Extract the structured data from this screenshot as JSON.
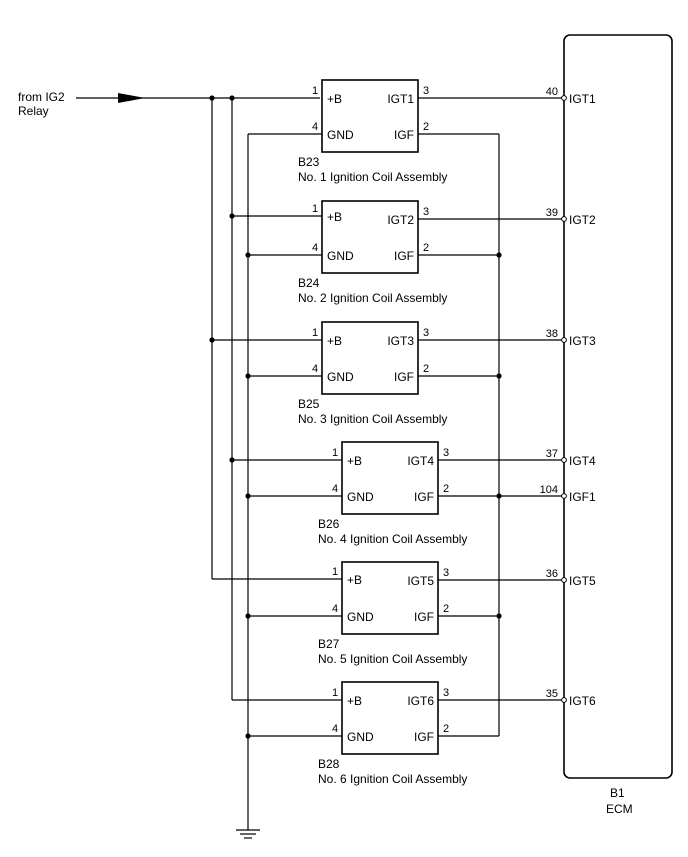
{
  "source": {
    "line1": "from IG2",
    "line2": "Relay"
  },
  "ecm": {
    "code": "B1",
    "name": "ECM",
    "pins": [
      {
        "num": "40",
        "name": "IGT1"
      },
      {
        "num": "39",
        "name": "IGT2"
      },
      {
        "num": "38",
        "name": "IGT3"
      },
      {
        "num": "37",
        "name": "IGT4"
      },
      {
        "num": "104",
        "name": "IGF1"
      },
      {
        "num": "36",
        "name": "IGT5"
      },
      {
        "num": "35",
        "name": "IGT6"
      }
    ]
  },
  "coils": [
    {
      "code": "B23",
      "desc": "No. 1 Ignition Coil Assembly",
      "plus": "+B",
      "gnd": "GND",
      "igt": "IGT1",
      "igf": "IGF",
      "pin_plus": "1",
      "pin_gnd": "4",
      "pin_igt": "3",
      "pin_igf": "2"
    },
    {
      "code": "B24",
      "desc": "No. 2 Ignition Coil Assembly",
      "plus": "+B",
      "gnd": "GND",
      "igt": "IGT2",
      "igf": "IGF",
      "pin_plus": "1",
      "pin_gnd": "4",
      "pin_igt": "3",
      "pin_igf": "2"
    },
    {
      "code": "B25",
      "desc": "No. 3 Ignition Coil Assembly",
      "plus": "+B",
      "gnd": "GND",
      "igt": "IGT3",
      "igf": "IGF",
      "pin_plus": "1",
      "pin_gnd": "4",
      "pin_igt": "3",
      "pin_igf": "2"
    },
    {
      "code": "B26",
      "desc": "No. 4 Ignition Coil Assembly",
      "plus": "+B",
      "gnd": "GND",
      "igt": "IGT4",
      "igf": "IGF",
      "pin_plus": "1",
      "pin_gnd": "4",
      "pin_igt": "3",
      "pin_igf": "2"
    },
    {
      "code": "B27",
      "desc": "No. 5 Ignition Coil Assembly",
      "plus": "+B",
      "gnd": "GND",
      "igt": "IGT5",
      "igf": "IGF",
      "pin_plus": "1",
      "pin_gnd": "4",
      "pin_igt": "3",
      "pin_igf": "2"
    },
    {
      "code": "B28",
      "desc": "No. 6 Ignition Coil Assembly",
      "plus": "+B",
      "gnd": "GND",
      "igt": "IGT6",
      "igf": "IGF",
      "pin_plus": "1",
      "pin_gnd": "4",
      "pin_igt": "3",
      "pin_igf": "2"
    }
  ]
}
